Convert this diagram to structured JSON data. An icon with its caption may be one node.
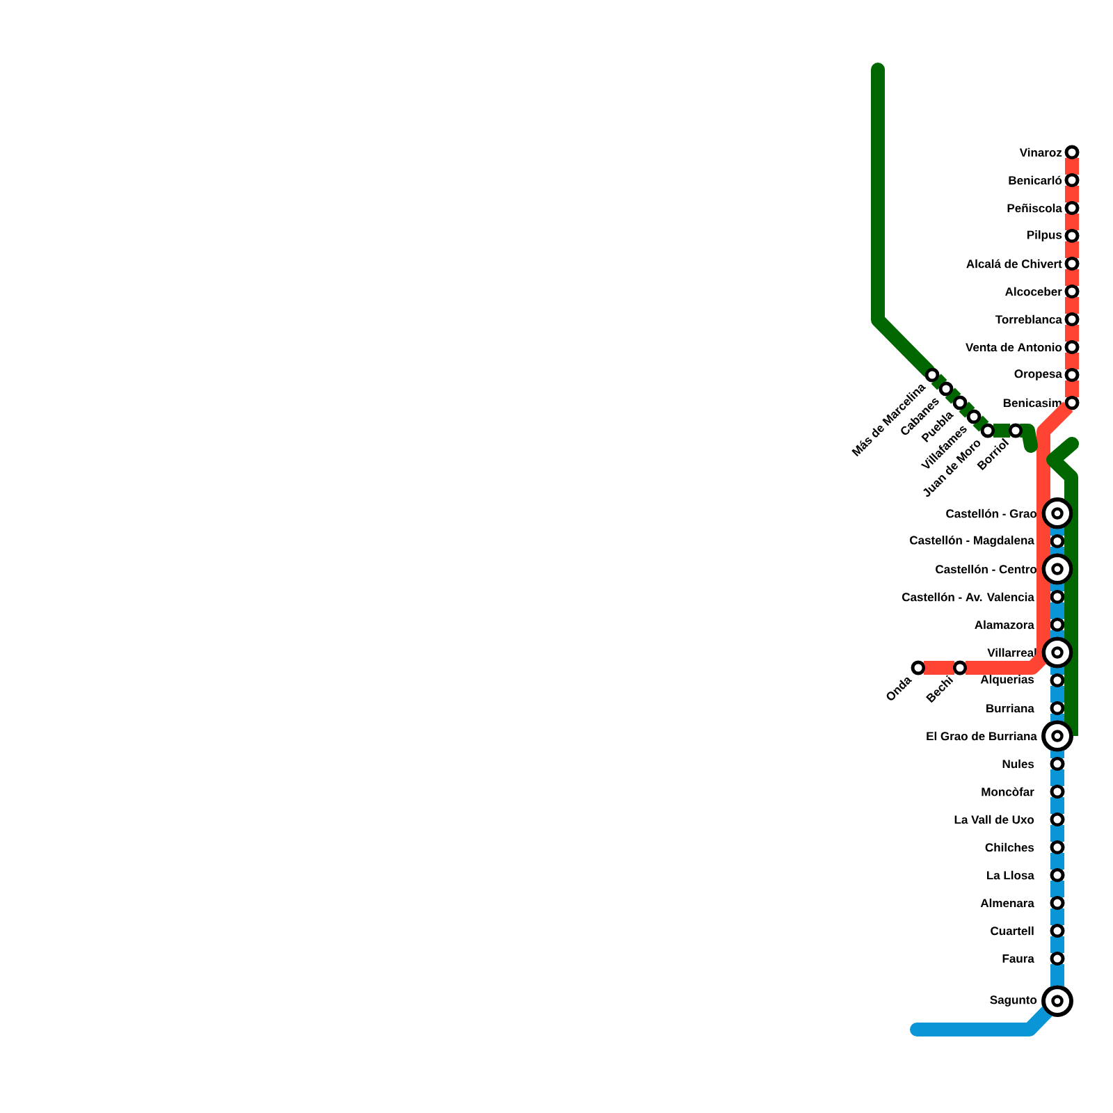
{
  "diagram": {
    "nodes": [
      {
        "text": [
          "Vinaroz"
        ]
      },
      {
        "text": [
          "Benicarló"
        ]
      },
      {
        "text": [
          "Peñiscola"
        ]
      },
      {
        "text": [
          "Pilpus"
        ]
      },
      {
        "text": [
          "Alcalá de Chivert"
        ]
      },
      {
        "text": [
          "Alcoceber"
        ]
      },
      {
        "text": [
          "Torreblanca"
        ]
      },
      {
        "text": [
          "Venta de Antonio"
        ]
      },
      {
        "text": [
          "Oropesa"
        ]
      },
      {
        "text": [
          "Benicasim"
        ]
      },
      {
        "text": [
          "Más de Marcelina"
        ]
      },
      {
        "text": [
          "Cabanes"
        ]
      },
      {
        "text": [
          "Puebla"
        ]
      },
      {
        "text": [
          "Villafames"
        ]
      },
      {
        "text": [
          "Juan de Moro"
        ]
      },
      {
        "text": [
          "Borriol"
        ]
      },
      {
        "text": [
          "Castellón - Grao"
        ]
      },
      {
        "text": [
          "Castellón - Magdalena"
        ]
      },
      {
        "text": [
          "Castellón - Centro"
        ]
      },
      {
        "text": [
          "Castellón - Av. Valencia"
        ]
      },
      {
        "text": [
          "Alamazora"
        ]
      },
      {
        "text": [
          "Villarreal"
        ]
      },
      {
        "text": [
          "Alquerias"
        ]
      },
      {
        "text": [
          "Burriana"
        ]
      },
      {
        "text": [
          "El Grao de Burriana"
        ]
      },
      {
        "text": [
          "Nules"
        ]
      },
      {
        "text": [
          "Moncòfar"
        ]
      },
      {
        "text": [
          "La Vall de Uxo"
        ]
      },
      {
        "text": [
          "Chilches"
        ]
      },
      {
        "text": [
          "La Llosa"
        ]
      },
      {
        "text": [
          "Almenara"
        ]
      },
      {
        "text": [
          "Cuartell"
        ]
      },
      {
        "text": [
          "Faura"
        ]
      },
      {
        "text": [
          "Sagunto"
        ]
      },
      {
        "text": [
          "Onda"
        ]
      },
      {
        "text": [
          "Bechi"
        ]
      }
    ],
    "edges": [
      {
        "from": 0,
        "to": 1,
        "arrow": "none",
        "color": "#ff4433"
      },
      {
        "from": 1,
        "to": 2,
        "arrow": "none",
        "color": "#ff4433"
      },
      {
        "from": 2,
        "to": 3,
        "arrow": "none",
        "color": "#ff4433"
      },
      {
        "from": 3,
        "to": 4,
        "arrow": "none",
        "color": "#ff4433"
      },
      {
        "from": 4,
        "to": 5,
        "arrow": "none",
        "color": "#ff4433"
      },
      {
        "from": 5,
        "to": 6,
        "arrow": "none",
        "color": "#ff4433"
      },
      {
        "from": 6,
        "to": 7,
        "arrow": "none",
        "color": "#ff4433"
      },
      {
        "from": 7,
        "to": 8,
        "arrow": "none",
        "color": "#ff4433"
      },
      {
        "from": 8,
        "to": 9,
        "arrow": "none",
        "color": "#ff4433"
      },
      {
        "from": 9,
        "to": 16,
        "arrow": "none",
        "color": "#ff4433"
      },
      {
        "from": 16,
        "to": 18,
        "arrow": "none",
        "color": "#ff4433"
      },
      {
        "from": 18,
        "to": 21,
        "arrow": "none",
        "color": "#ff4433"
      },
      {
        "from": 21,
        "to": 35,
        "arrow": "none",
        "color": "#ff4433"
      },
      {
        "from": 35,
        "to": 34,
        "arrow": "none",
        "color": "#ff4433"
      },
      {
        "from": null,
        "to": 10,
        "arrow": "none",
        "color": "#006600"
      },
      {
        "from": 10,
        "to": 11,
        "arrow": "none",
        "color": "#006600"
      },
      {
        "from": 11,
        "to": 12,
        "arrow": "none",
        "color": "#006600"
      },
      {
        "from": 12,
        "to": 13,
        "arrow": "none",
        "color": "#006600"
      },
      {
        "from": 13,
        "to": 14,
        "arrow": "none",
        "color": "#006600"
      },
      {
        "from": 14,
        "to": 15,
        "arrow": "none",
        "color": "#006600"
      },
      {
        "from": 15,
        "to": null,
        "arrow": "none",
        "color": "#006600"
      },
      {
        "from": null,
        "to": 16,
        "arrow": "none",
        "color": "#006600"
      },
      {
        "from": 16,
        "to": 18,
        "arrow": "none",
        "color": "#006600"
      },
      {
        "from": 18,
        "to": 21,
        "arrow": "none",
        "color": "#006600"
      },
      {
        "from": 21,
        "to": 24,
        "arrow": "none",
        "color": "#006600"
      },
      {
        "from": 16,
        "to": 17,
        "arrow": "none",
        "color": "#0a96d6"
      },
      {
        "from": 17,
        "to": 18,
        "arrow": "none",
        "color": "#0a96d6"
      },
      {
        "from": 18,
        "to": 19,
        "arrow": "none",
        "color": "#0a96d6"
      },
      {
        "from": 19,
        "to": 20,
        "arrow": "none",
        "color": "#0a96d6"
      },
      {
        "from": 20,
        "to": 21,
        "arrow": "none",
        "color": "#0a96d6"
      },
      {
        "from": 21,
        "to": 22,
        "arrow": "none",
        "color": "#0a96d6"
      },
      {
        "from": 22,
        "to": 23,
        "arrow": "none",
        "color": "#0a96d6"
      },
      {
        "from": 23,
        "to": 24,
        "arrow": "none",
        "color": "#0a96d6"
      },
      {
        "from": 24,
        "to": 25,
        "arrow": "none",
        "color": "#0a96d6"
      },
      {
        "from": 25,
        "to": 26,
        "arrow": "none",
        "color": "#0a96d6"
      },
      {
        "from": 26,
        "to": 27,
        "arrow": "none",
        "color": "#0a96d6"
      },
      {
        "from": 27,
        "to": 28,
        "arrow": "none",
        "color": "#0a96d6"
      },
      {
        "from": 28,
        "to": 29,
        "arrow": "none",
        "color": "#0a96d6"
      },
      {
        "from": 29,
        "to": 30,
        "arrow": "none",
        "color": "#0a96d6"
      },
      {
        "from": 30,
        "to": 31,
        "arrow": "none",
        "color": "#0a96d6"
      },
      {
        "from": 31,
        "to": 32,
        "arrow": "none",
        "color": "#0a96d6"
      },
      {
        "from": 32,
        "to": 33,
        "arrow": "none",
        "color": "#0a96d6"
      },
      {
        "from": 33,
        "to": null,
        "arrow": "none",
        "color": "#0a96d6"
      }
    ]
  }
}
